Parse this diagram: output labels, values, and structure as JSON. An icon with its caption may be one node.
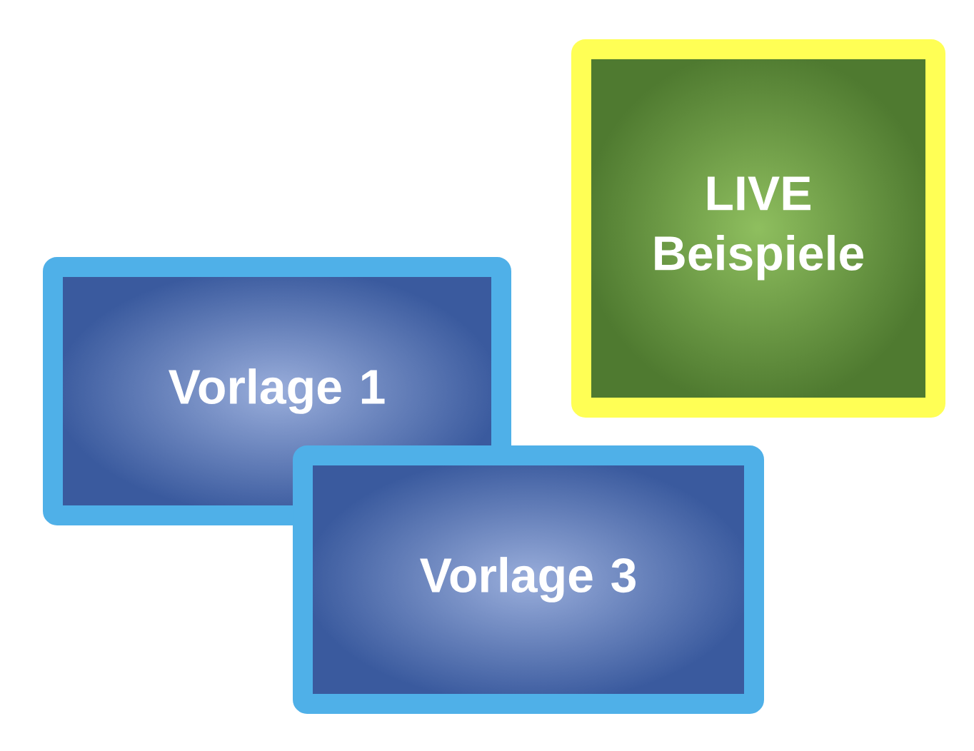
{
  "diagram": {
    "nodes": [
      {
        "text": [
          "LIVE Beispiele"
        ]
      },
      {
        "text": [
          "Vorlage 1"
        ]
      },
      {
        "text": [
          "Vorlage 3"
        ]
      }
    ]
  }
}
